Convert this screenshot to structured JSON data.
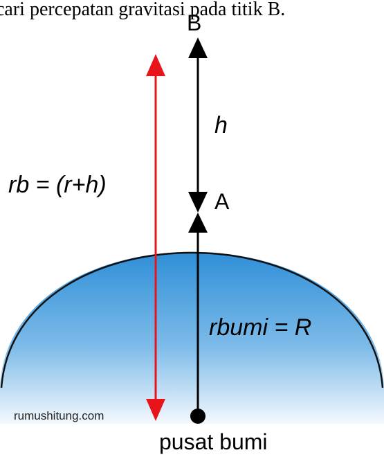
{
  "caption": "cari percepatan gravitasi pada titik B.",
  "labels": {
    "point_b": "B",
    "point_a": "A",
    "height": "h",
    "radius_b": "rb = (r+h)",
    "radius_earth": "rbumi = R",
    "watermark": "rumushitung.com",
    "center": "pusat bumi"
  },
  "colors": {
    "earth_top": "#2f8fd8",
    "earth_bottom": "#f4f9fd",
    "earth_outline": "#111111",
    "red_arrow": "#e8141b",
    "black_arrow": "#000000"
  }
}
